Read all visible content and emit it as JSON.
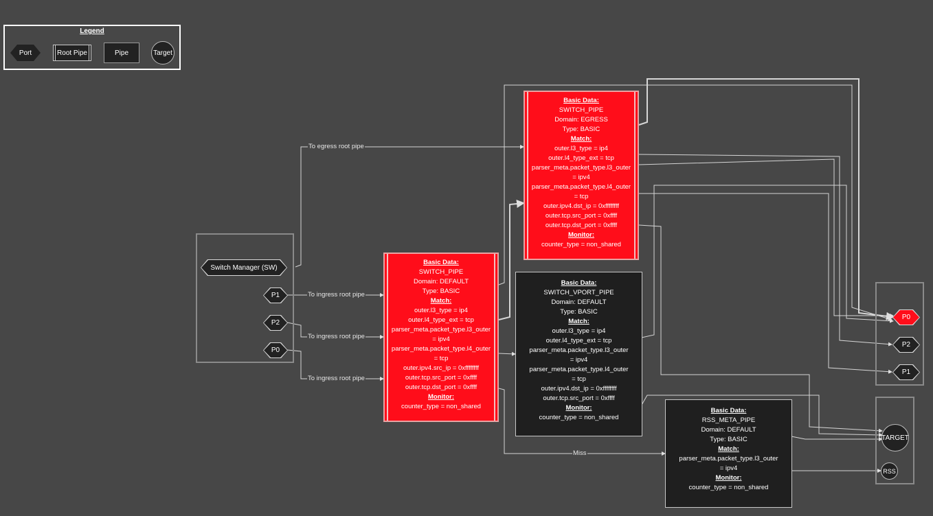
{
  "legend": {
    "title": "Legend",
    "port": "Port",
    "root_pipe": "Root Pipe",
    "pipe": "Pipe",
    "target": "Target"
  },
  "ports_in": {
    "switch_manager": "Switch Manager (SW)",
    "p1": "P1",
    "p2": "P2",
    "p0": "P0"
  },
  "ports_out": {
    "p0": "P0",
    "p2": "P2",
    "p1": "P1"
  },
  "targets": {
    "target": "TARGET",
    "rss": "RSS"
  },
  "edge_labels": {
    "egress": "To egress root pipe",
    "ingress_p1": "To ingress root pipe",
    "ingress_p2": "To ingress root pipe",
    "ingress_p0": "To ingress root pipe",
    "miss": "Miss"
  },
  "pipes": {
    "switch_egress": {
      "lines": [
        {
          "t": "Basic Data:",
          "h": true
        },
        {
          "t": "SWITCH_PIPE"
        },
        {
          "t": "Domain: EGRESS"
        },
        {
          "t": "Type: BASIC"
        },
        {
          "t": "Match:",
          "h": true
        },
        {
          "t": "outer.l3_type = ip4"
        },
        {
          "t": "outer.l4_type_ext = tcp"
        },
        {
          "t": "parser_meta.packet_type.l3_outer"
        },
        {
          "t": "= ipv4"
        },
        {
          "t": "parser_meta.packet_type.l4_outer"
        },
        {
          "t": "= tcp"
        },
        {
          "t": "outer.ipv4.dst_ip = 0xffffffff"
        },
        {
          "t": "outer.tcp.src_port = 0xffff"
        },
        {
          "t": "outer.tcp.dst_port = 0xffff"
        },
        {
          "t": "Monitor:",
          "h": true
        },
        {
          "t": "counter_type = non_shared"
        }
      ]
    },
    "switch_default": {
      "lines": [
        {
          "t": "Basic Data:",
          "h": true
        },
        {
          "t": "SWITCH_PIPE"
        },
        {
          "t": "Domain: DEFAULT"
        },
        {
          "t": "Type: BASIC"
        },
        {
          "t": "Match:",
          "h": true
        },
        {
          "t": "outer.l3_type = ip4"
        },
        {
          "t": "outer.l4_type_ext = tcp"
        },
        {
          "t": "parser_meta.packet_type.l3_outer"
        },
        {
          "t": "= ipv4"
        },
        {
          "t": "parser_meta.packet_type.l4_outer"
        },
        {
          "t": "= tcp"
        },
        {
          "t": "outer.ipv4.src_ip = 0xffffffff"
        },
        {
          "t": "outer.tcp.src_port = 0xffff"
        },
        {
          "t": "outer.tcp.dst_port = 0xffff"
        },
        {
          "t": "Monitor:",
          "h": true
        },
        {
          "t": "counter_type = non_shared"
        }
      ]
    },
    "switch_vport": {
      "lines": [
        {
          "t": "Basic Data:",
          "h": true
        },
        {
          "t": "SWITCH_VPORT_PIPE"
        },
        {
          "t": "Domain: DEFAULT"
        },
        {
          "t": "Type: BASIC"
        },
        {
          "t": "Match:",
          "h": true
        },
        {
          "t": "outer.l3_type = ip4"
        },
        {
          "t": "outer.l4_type_ext = tcp"
        },
        {
          "t": "parser_meta.packet_type.l3_outer"
        },
        {
          "t": "= ipv4"
        },
        {
          "t": "parser_meta.packet_type.l4_outer"
        },
        {
          "t": "= tcp"
        },
        {
          "t": "outer.ipv4.dst_ip = 0xffffffff"
        },
        {
          "t": "outer.tcp.src_port = 0xffff"
        },
        {
          "t": "Monitor:",
          "h": true
        },
        {
          "t": "counter_type = non_shared"
        }
      ]
    },
    "rss_meta": {
      "lines": [
        {
          "t": "Basic Data:",
          "h": true
        },
        {
          "t": "RSS_META_PIPE"
        },
        {
          "t": "Domain: DEFAULT"
        },
        {
          "t": "Type: BASIC"
        },
        {
          "t": "Match:",
          "h": true
        },
        {
          "t": "parser_meta.packet_type.l3_outer"
        },
        {
          "t": "= ipv4"
        },
        {
          "t": "Monitor:",
          "h": true
        },
        {
          "t": "counter_type = non_shared"
        }
      ]
    }
  },
  "colors": {
    "background": "#474747",
    "root_pipe": "#ff0d1a",
    "pipe": "#1f1f1f",
    "edge": "#e0e0e0"
  }
}
